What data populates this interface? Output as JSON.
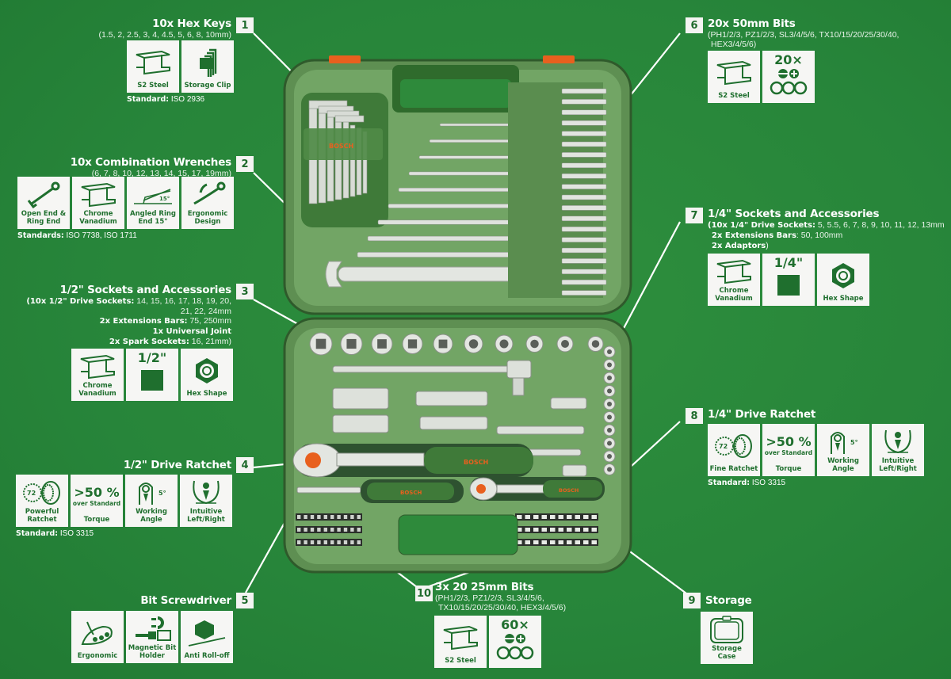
{
  "colors": {
    "background": "#2a8a3a",
    "tile_bg": "#f6f6f4",
    "tile_text": "#1f6f2e",
    "case_green": "#6a9a5c",
    "case_dark": "#3d6a37",
    "accent_orange": "#e8601e"
  },
  "callouts": [
    {
      "number": "1",
      "title": "10x Hex Keys",
      "subtitle": "(1.5, 2, 2.5, 3, 4, 4.5, 5, 6, 8, 10mm)",
      "tiles": [
        {
          "icon": "i-beam-icon",
          "label": "S2 Steel"
        },
        {
          "icon": "hex-key-set-icon",
          "label": "Storage Clip"
        }
      ],
      "standard_label": "Standard:",
      "standard_value": "ISO 2936"
    },
    {
      "number": "2",
      "title": "10x Combination Wrenches",
      "subtitle": "(6, 7, 8, 10, 12, 13, 14, 15, 17, 19mm)",
      "tiles": [
        {
          "icon": "combination-wrench-icon",
          "label": "Open End & Ring End"
        },
        {
          "icon": "i-beam-icon",
          "label": "Chrome Vanadium"
        },
        {
          "icon": "angled-ring-icon",
          "label": "Angled Ring End 15°",
          "extra": "15°"
        },
        {
          "icon": "ergonomic-wrench-icon",
          "label": "Ergonomic Design"
        }
      ],
      "standard_label": "Standards:",
      "standard_value": "ISO 7738, ISO 1711"
    },
    {
      "number": "3",
      "title": "1/2\" Sockets and Accessories",
      "details": [
        {
          "bold": "(10x 1/2\" Drive Sockets:",
          "text": " 14, 15, 16, 17, 18, 19, 20,"
        },
        {
          "bold": "",
          "text": "21, 22, 24mm"
        },
        {
          "bold": "2x Extensions Bars:",
          "text": " 75, 250mm"
        },
        {
          "bold": "1x Universal Joint",
          "text": ""
        },
        {
          "bold": "2x Spark Sockets:",
          "text": " 16, 21mm)"
        }
      ],
      "tiles": [
        {
          "icon": "i-beam-icon",
          "label": "Chrome Vanadium"
        },
        {
          "icon": "square-drive-icon",
          "label": "1/2\""
        },
        {
          "icon": "hex-nut-icon",
          "label": "Hex Shape"
        }
      ]
    },
    {
      "number": "4",
      "title": "1/2\" Drive Ratchet",
      "tiles": [
        {
          "icon": "ratchet-gear-icon",
          "label": "Powerful Ratchet",
          "extra": "72"
        },
        {
          "icon": "torque-icon",
          "label": "Torque",
          "big": ">50 %",
          "small": "over Standard"
        },
        {
          "icon": "working-angle-icon",
          "label": "Working Angle",
          "extra": "5°"
        },
        {
          "icon": "left-right-icon",
          "label": "Intuitive Left/Right"
        }
      ],
      "standard_label": "Standard:",
      "standard_value": "ISO 3315"
    },
    {
      "number": "5",
      "title": "Bit Screwdriver",
      "tiles": [
        {
          "icon": "ergonomic-grip-icon",
          "label": "Ergonomic"
        },
        {
          "icon": "magnetic-bit-holder-icon",
          "label": "Magnetic Bit Holder"
        },
        {
          "icon": "anti-roll-hexagon-icon",
          "label": "Anti Roll-off"
        }
      ]
    },
    {
      "number": "6",
      "title": "20x 50mm Bits",
      "subtitle_lines": [
        "(PH1/2/3, PZ1/2/3, SL3/4/5/6, TX10/15/20/25/30/40,",
        "HEX3/4/5/6)"
      ],
      "tiles": [
        {
          "icon": "i-beam-icon",
          "label": "S2 Steel"
        },
        {
          "icon": "bit-types-icon",
          "label": "",
          "big": "20×"
        }
      ]
    },
    {
      "number": "7",
      "title": "1/4\" Sockets and Accessories",
      "details": [
        {
          "bold": "(10x 1/4\" Drive Sockets:",
          "text": " 5, 5.5, 6, 7, 8, 9, 10, 11, 12, 13mm"
        },
        {
          "bold": "2x Extensions Bars",
          "text": ": 50, 100mm"
        },
        {
          "bold": "2x Adaptors",
          "text": ")"
        }
      ],
      "tiles": [
        {
          "icon": "i-beam-icon",
          "label": "Chrome Vanadium"
        },
        {
          "icon": "square-drive-icon",
          "label": "1/4\""
        },
        {
          "icon": "hex-nut-icon",
          "label": "Hex Shape"
        }
      ]
    },
    {
      "number": "8",
      "title": "1/4\" Drive Ratchet",
      "tiles": [
        {
          "icon": "ratchet-gear-icon",
          "label": "Fine Ratchet",
          "extra": "72"
        },
        {
          "icon": "torque-icon",
          "label": "Torque",
          "big": ">50 %",
          "small": "over Standard"
        },
        {
          "icon": "working-angle-icon",
          "label": "Working Angle",
          "extra": "5°"
        },
        {
          "icon": "left-right-icon",
          "label": "Intuitive Left/Right"
        }
      ],
      "standard_label": "Standard:",
      "standard_value": "ISO 3315"
    },
    {
      "number": "9",
      "title": "Storage",
      "tiles": [
        {
          "icon": "storage-case-icon",
          "label": "Storage Case"
        }
      ]
    },
    {
      "number": "10",
      "title": "3x 20 25mm Bits",
      "subtitle_lines": [
        "(PH1/2/3, PZ1/2/3, SL3/4/5/6,",
        "TX10/15/20/25/30/40, HEX3/4/5/6)"
      ],
      "tiles": [
        {
          "icon": "i-beam-icon",
          "label": "S2 Steel"
        },
        {
          "icon": "bit-types-icon",
          "label": "",
          "big": "60×"
        }
      ]
    }
  ],
  "product": {
    "brand_label": "BOSCH",
    "socket_half_count": 10,
    "socket_quarter_count": 10,
    "wrench_count": 10,
    "bit50_count": 20
  }
}
